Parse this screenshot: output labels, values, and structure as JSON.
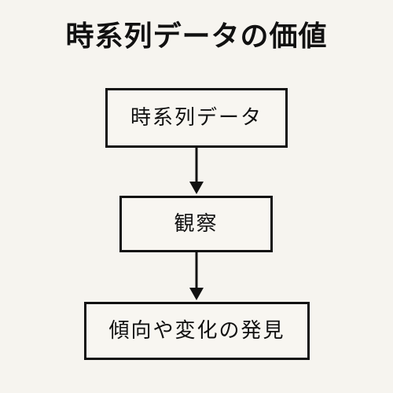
{
  "diagram": {
    "title": "時系列データの価値",
    "nodes": [
      {
        "id": "n1",
        "label": "時系列データ"
      },
      {
        "id": "n2",
        "label": "観察"
      },
      {
        "id": "n3",
        "label": "傾向や変化の発見"
      }
    ],
    "edges": [
      {
        "from": "n1",
        "to": "n2"
      },
      {
        "from": "n2",
        "to": "n3"
      }
    ]
  }
}
